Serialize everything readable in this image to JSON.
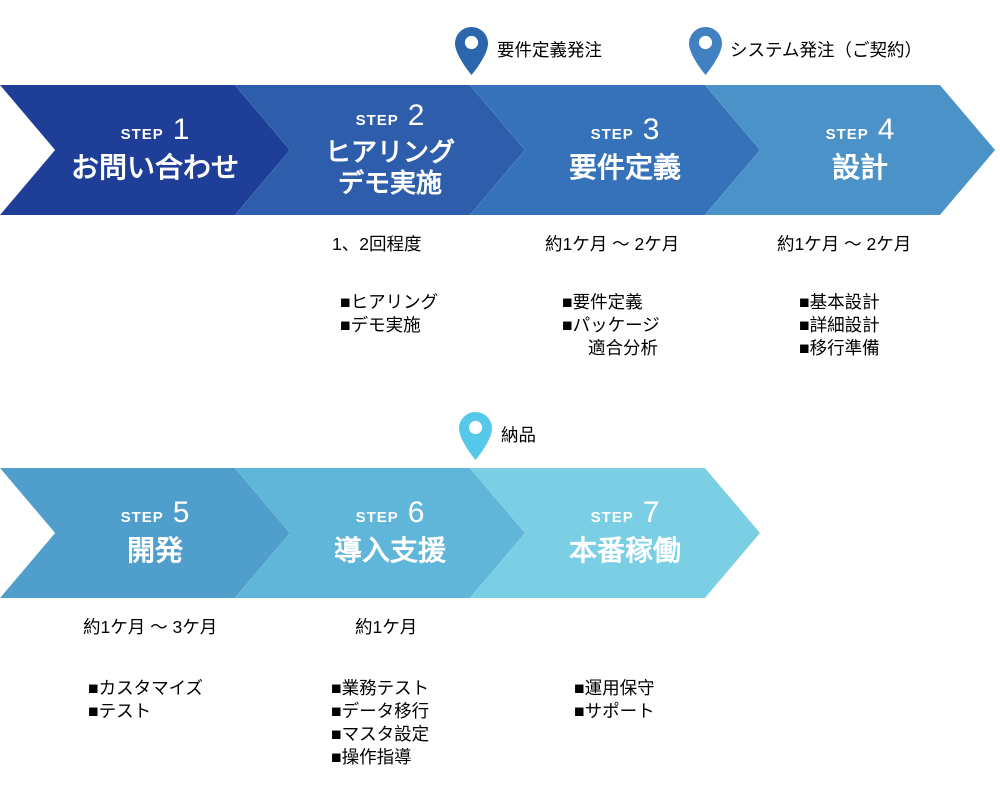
{
  "diagram": {
    "title": "system-introduction-process-flow",
    "row1": {
      "pins": [
        {
          "label": "要件定義発注",
          "color": "#2c66ad"
        },
        {
          "label": "システム発注（ご契約）",
          "color": "#4181c1"
        }
      ],
      "steps": [
        {
          "step_word": "STEP",
          "number": "1",
          "title": "お問い合わせ",
          "color": "#1e3e98"
        },
        {
          "step_word": "STEP",
          "number": "2",
          "title": "ヒアリング",
          "title2": "デモ実施",
          "color": "#2e5dac"
        },
        {
          "step_word": "STEP",
          "number": "3",
          "title": "要件定義",
          "color": "#3572ba"
        },
        {
          "step_word": "STEP",
          "number": "4",
          "title": "設計",
          "color": "#4a92c8"
        }
      ]
    },
    "row2": {
      "pins": [
        {
          "label": "納品",
          "color": "#56c8e9"
        }
      ],
      "steps": [
        {
          "step_word": "STEP",
          "number": "5",
          "title": "開発",
          "color": "#509ecb"
        },
        {
          "step_word": "STEP",
          "number": "6",
          "title": "導入支援",
          "color": "#60b6d9"
        },
        {
          "step_word": "STEP",
          "number": "7",
          "title": "本番稼働",
          "color": "#7bcfe5"
        }
      ]
    },
    "annotations": {
      "step2": {
        "duration": "1、2回程度",
        "tasks": [
          "■ヒアリング",
          "■デモ実施"
        ]
      },
      "step3": {
        "duration": "約1ケ月 ～ 2ケ月",
        "tasks": [
          "■要件定義",
          "■パッケージ",
          "適合分析"
        ]
      },
      "step4": {
        "duration": "約1ケ月 ～ 2ケ月",
        "tasks": [
          "■基本設計",
          "■詳細設計",
          "■移行準備"
        ]
      },
      "step5": {
        "duration": "約1ケ月 ～ 3ケ月",
        "tasks": [
          "■カスタマイズ",
          "■テスト"
        ]
      },
      "step6": {
        "duration": "約1ケ月",
        "tasks": [
          "■業務テスト",
          "■データ移行",
          "■マスタ設定",
          "■操作指導"
        ]
      },
      "step7": {
        "tasks": [
          "■運用保守",
          "■サポート"
        ]
      }
    }
  }
}
